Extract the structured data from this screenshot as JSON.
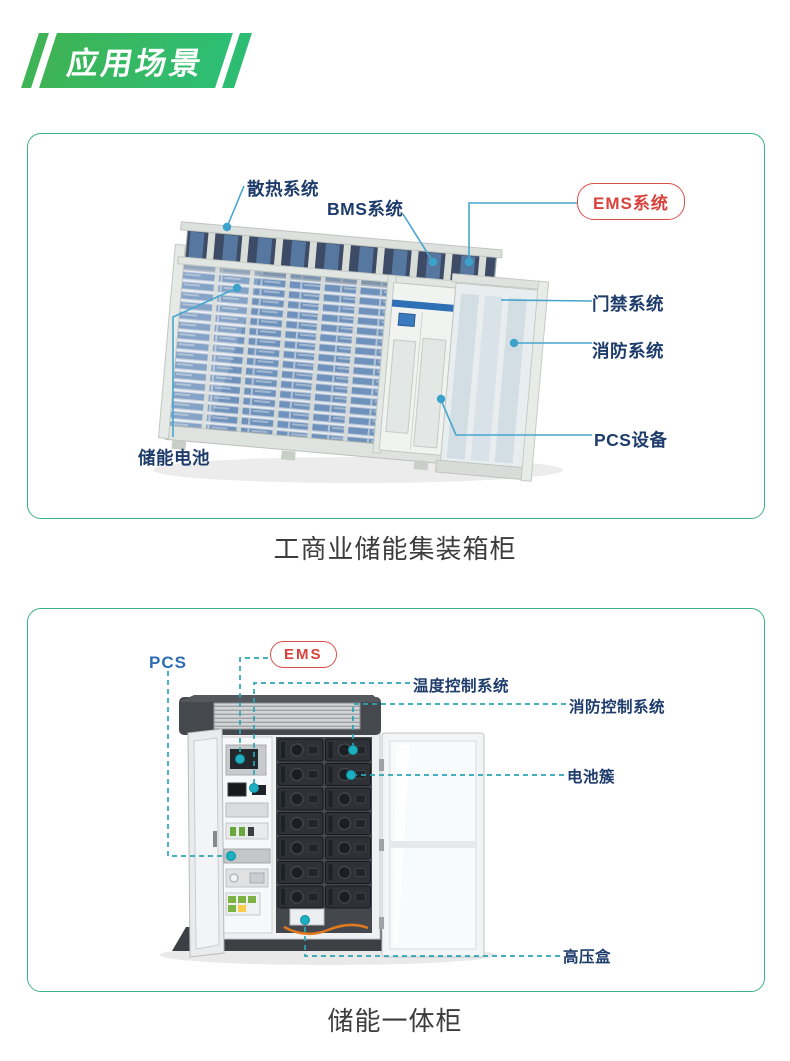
{
  "header": {
    "title": "应用场景"
  },
  "card1": {
    "caption": "工商业储能集装箱柜",
    "labels": {
      "cooling": "散热系统",
      "bms": "BMS系统",
      "ems": "EMS系统",
      "access": "门禁系统",
      "fire": "消防系统",
      "pcs": "PCS设备",
      "battery": "储能电池"
    }
  },
  "card2": {
    "caption": "储能一体柜",
    "labels": {
      "pcs": "PCS",
      "ems": "EMS",
      "temp": "温度控制系统",
      "fire_control": "消防控制系统",
      "battery_cluster": "电池簇",
      "hv_box": "高压盒"
    }
  },
  "colors": {
    "badge_green_start": "#3eb456",
    "badge_green_end": "#2dbe74",
    "card_border": "#3ab087",
    "label_navy": "#1e3c6b",
    "label_blue": "#2f6db3",
    "highlight_red": "#d94c43",
    "leader_solid_blue": "#46a6cd",
    "leader_dashed_teal": "#2aa6b4",
    "caption_gray": "#3c3c3c"
  }
}
